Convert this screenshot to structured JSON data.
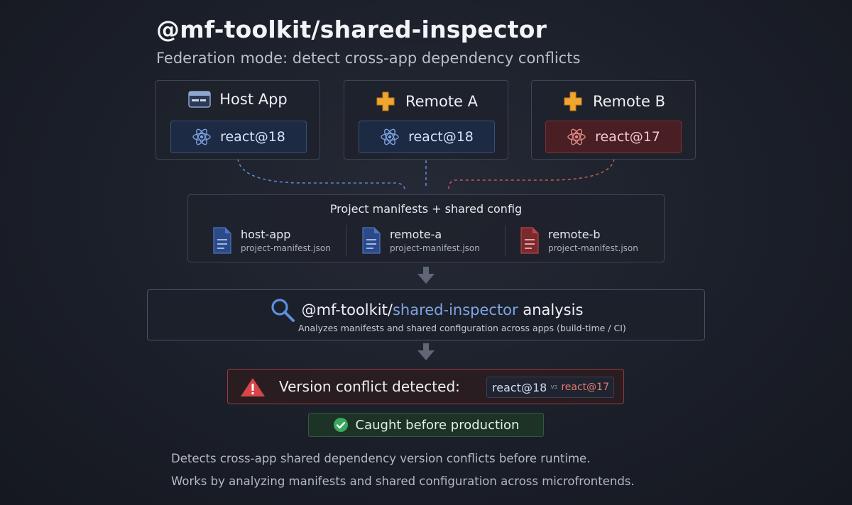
{
  "header": {
    "title": "@mf-toolkit/shared-inspector",
    "subtitle": "Federation mode: detect cross-app dependency conflicts"
  },
  "apps": [
    {
      "name": "Host App",
      "icon": "browser-window-icon",
      "dependency": "react@18",
      "status": "ok"
    },
    {
      "name": "Remote A",
      "icon": "puzzle-piece-icon",
      "dependency": "react@18",
      "status": "ok"
    },
    {
      "name": "Remote B",
      "icon": "puzzle-piece-icon",
      "dependency": "react@17",
      "status": "conflict"
    }
  ],
  "manifests": {
    "title": "Project manifests + shared config",
    "items": [
      {
        "name": "host-app",
        "file": "project-manifest.json",
        "status": "ok"
      },
      {
        "name": "remote-a",
        "file": "project-manifest.json",
        "status": "ok"
      },
      {
        "name": "remote-b",
        "file": "project-manifest.json",
        "status": "conflict"
      }
    ]
  },
  "analysis": {
    "title_prefix": "@mf-toolkit/",
    "title_accent": "shared-inspector",
    "title_suffix": "analysis",
    "description": "Analyzes manifests and shared configuration across apps (build-time / CI)"
  },
  "conflict": {
    "label": "Version conflict detected:",
    "left_version": "react@18",
    "vs": "vs",
    "right_version": "react@17"
  },
  "result": {
    "label": "Caught before production"
  },
  "footer": {
    "line1": "Detects cross-app shared dependency version conflicts before runtime.",
    "line2": "Works by analyzing manifests and shared configuration across microfrontends."
  },
  "colors": {
    "ok_accent": "#7ea4e4",
    "conflict_accent": "#d95a55",
    "success_accent": "#3aa860"
  }
}
